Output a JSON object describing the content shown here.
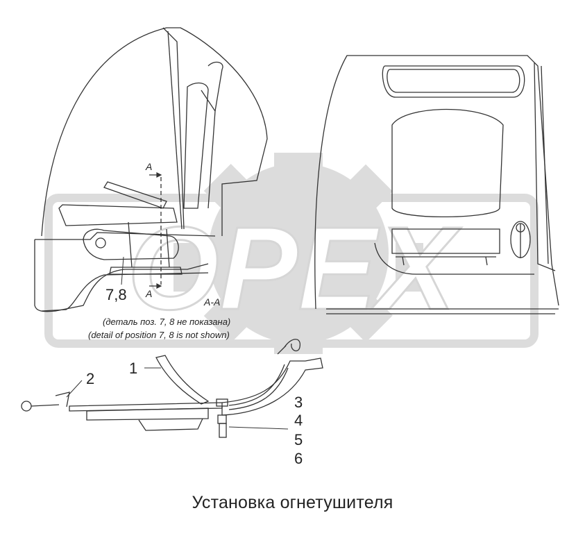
{
  "watermark": {
    "brand": "OPEX"
  },
  "diagram": {
    "section_marks": {
      "a_top": "A",
      "a_bottom": "A",
      "section": "A-A"
    },
    "callouts": {
      "c1": "1",
      "c2": "2",
      "c3": "3",
      "c4": "4",
      "c5": "5",
      "c6": "6",
      "c78": "7,8"
    },
    "notes": {
      "ru": "(деталь поз. 7, 8 не показана)",
      "en": "(detail of position 7, 8 is not shown)"
    }
  },
  "caption": "Установка огнетушителя"
}
